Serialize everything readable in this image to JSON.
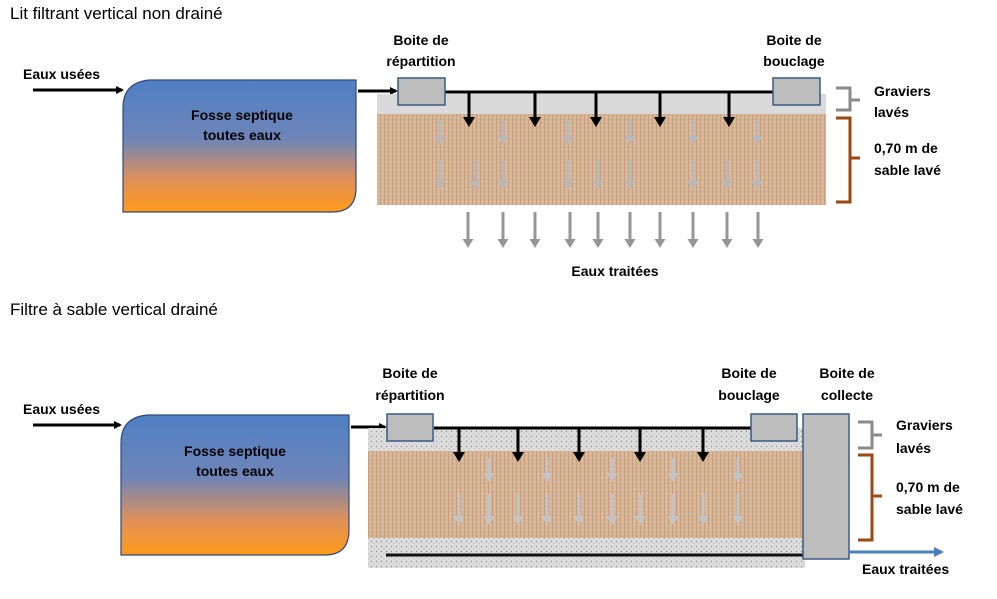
{
  "diagram1": {
    "title": "Lit filtrant vertical non drainé",
    "inlet": "Eaux usées",
    "tank_line1": "Fosse septique",
    "tank_line2": "toutes eaux",
    "distribution_box_line1": "Boite de",
    "distribution_box_line2": "répartition",
    "loop_box_line1": "Boite de",
    "loop_box_line2": "bouclage",
    "gravel_line1": "Graviers",
    "gravel_line2": "lavés",
    "sand_line1": "0,70 m de",
    "sand_line2": "sable lavé",
    "outlet": "Eaux traitées"
  },
  "diagram2": {
    "title": "Filtre à sable vertical drainé",
    "inlet": "Eaux usées",
    "tank_line1": "Fosse septique",
    "tank_line2": "toutes eaux",
    "distribution_box_line1": "Boite de",
    "distribution_box_line2": "répartition",
    "loop_box_line1": "Boite de",
    "loop_box_line2": "bouclage",
    "collect_box_line1": "Boite de",
    "collect_box_line2": "collecte",
    "gravel_line1": "Graviers",
    "gravel_line2": "lavés",
    "sand_line1": "0,70 m de",
    "sand_line2": "sable lavé",
    "outlet": "Eaux traitées"
  },
  "colors": {
    "tank_top": "#4f7fc4",
    "tank_bottom": "#ff9a1a",
    "sand": "#d8b99a",
    "gravel": "#dcdcdc",
    "box": "#c0c0c0",
    "brace": "#9b4a14",
    "brace_gravel": "#8a8a8a",
    "arrow_gray": "#a0a0a0",
    "outlet_arrow": "#4a7fc0"
  }
}
